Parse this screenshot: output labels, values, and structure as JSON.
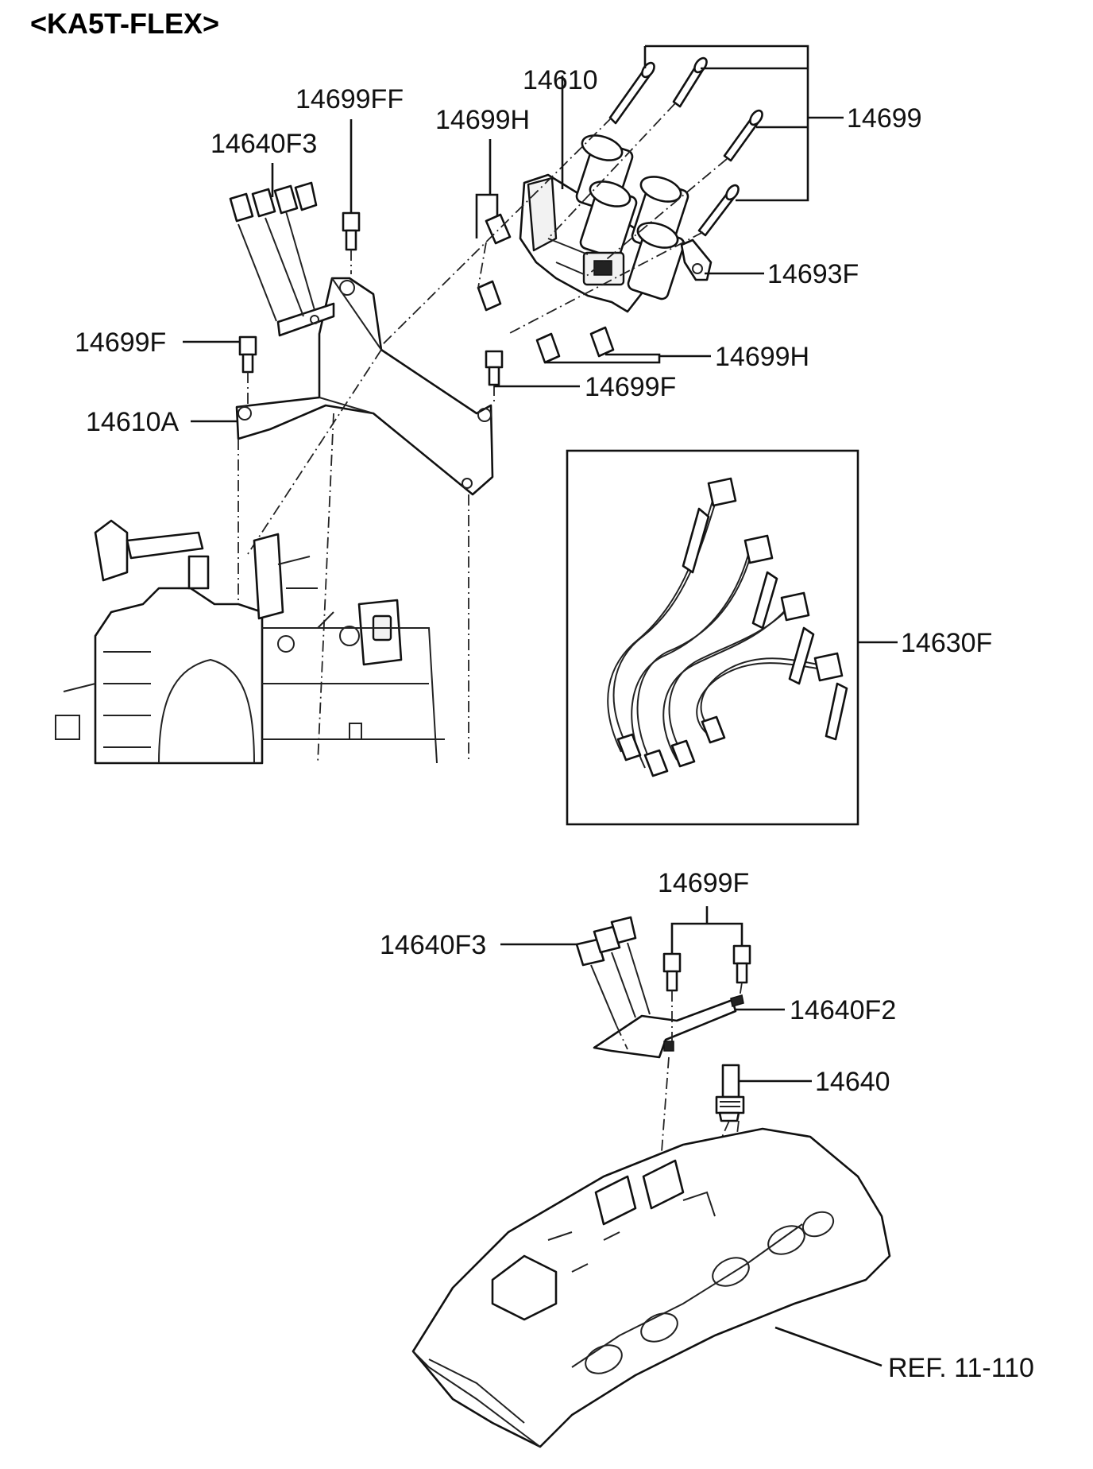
{
  "title": "<KA5T-FLEX>",
  "labels": {
    "l14610": "14610",
    "l14699ff": "14699FF",
    "l14699h_top": "14699H",
    "l14699_right": "14699",
    "l14640f3_top": "14640F3",
    "l14693f": "14693F",
    "l14699f_left": "14699F",
    "l14699h_mid": "14699H",
    "l14699f_mid": "14699F",
    "l14610a": "14610A",
    "l14630f": "14630F",
    "l14699f_bottom": "14699F",
    "l14640f3_bottom": "14640F3",
    "l14640f2": "14640F2",
    "l14640": "14640",
    "lref": "REF. 11-110"
  }
}
